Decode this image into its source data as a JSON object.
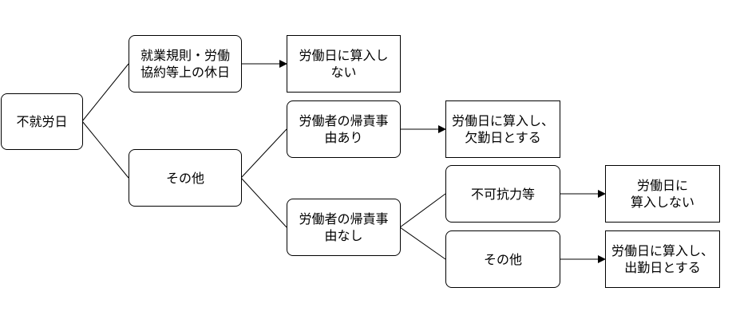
{
  "nodes": {
    "root": "不就労日",
    "rule_holiday": "就業規則・労働\n協約等上の休日",
    "no_count": "労働日に算入し\nない",
    "other": "その他",
    "fault": "労働者の帰責事\n由あり",
    "absence": "労働日に算入し、\n欠勤日とする",
    "no_fault": "労働者の帰責事\n由なし",
    "force_majeure": "不可抗力等",
    "no_count2": "労働日に\n算入しない",
    "other2": "その他",
    "attendance": "労働日に算入し、\n出勤日とする"
  }
}
